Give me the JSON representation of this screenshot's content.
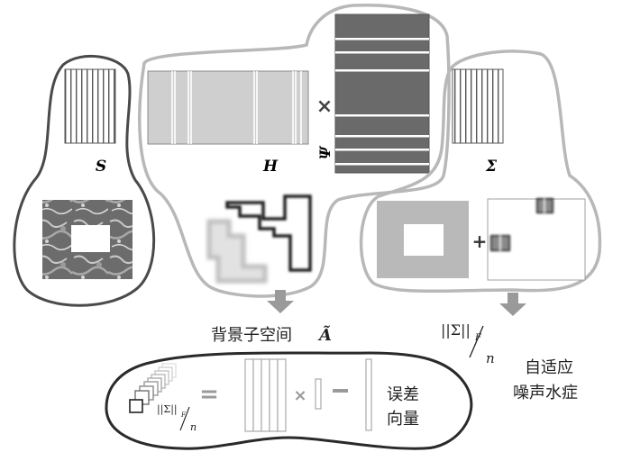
{
  "labels": {
    "S": "S",
    "H": "H",
    "Psi": "Ψ",
    "Sigma": "Σ",
    "background_subspace": "背景子空间",
    "A_tilde": "Ã",
    "adaptive_noise_line1": "自适应",
    "adaptive_noise_line2": "噪声水症",
    "error_vector_line1": "误差",
    "error_vector_line2": "向量"
  },
  "norm_top": {
    "numerator": "||Σ||",
    "subscript": "F",
    "denominator": "n"
  },
  "norm_bottom": {
    "numerator": "||Σ||",
    "subscript": "F",
    "denominator": "n"
  },
  "operators": {
    "times_top": "×",
    "plus": "+",
    "equals": "=",
    "times_bottom": "×",
    "minus": "−"
  },
  "colors": {
    "outline_dark": "#4a4a4a",
    "outline_light": "#b8b8b8",
    "matrix_fill": "#cfcfcf",
    "psi_fill": "#6a6a6a",
    "arrow_fill": "#9a9a9a"
  }
}
